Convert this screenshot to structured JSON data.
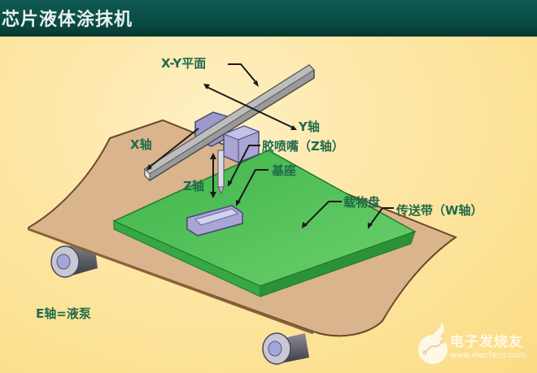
{
  "header": {
    "title": "芯片液体涂抹机"
  },
  "labels": {
    "xy_plane": "X-Y平面",
    "y_axis": "Y轴",
    "x_axis": "X轴",
    "nozzle": "胶喷嘴（Z轴）",
    "base": "基座",
    "z_axis": "Z轴",
    "tray": "载物盘",
    "conveyor": "传送带（W轴）",
    "e_axis": "E轴=液泵"
  },
  "watermark": {
    "brand": "电子发烧友",
    "url": "www.elecfans.com"
  },
  "colors": {
    "header_bg": "#0a4a44",
    "background": "#fde59a",
    "label_text": "#1f6b4a",
    "belt": "#d9b48c",
    "tray": "#4fbf55",
    "rail": "#9a9a9a",
    "carriage": "#a9a6d4"
  }
}
